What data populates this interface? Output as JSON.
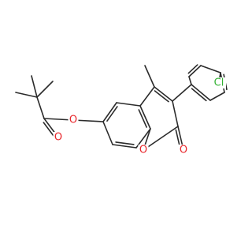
{
  "molecule": {
    "colors": {
      "bond": "#2b2b2b",
      "oxygen": "#e8262b",
      "chlorine": "#33b233"
    },
    "atoms": {
      "o_ester": "O",
      "o_carbonyl_ester": "O",
      "o_ring": "O",
      "o_lactone_carbonyl": "O",
      "cl": "Cl"
    }
  }
}
